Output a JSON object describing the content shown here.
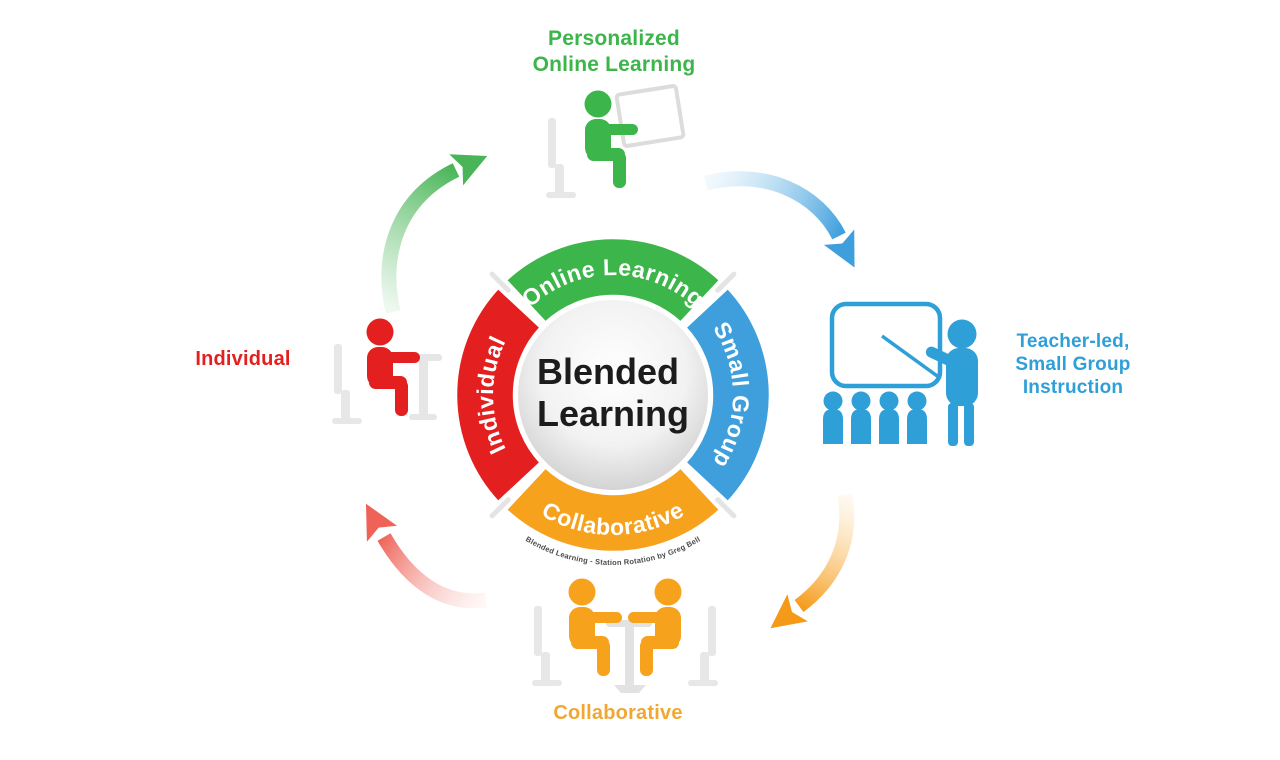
{
  "diagram": {
    "center": {
      "line1": "Blended",
      "line2": "Learning"
    },
    "caption": "Blended Learning - Station Rotation by Greg Bell",
    "segments": [
      {
        "label": "Online Learning",
        "color": "#3cb54a"
      },
      {
        "label": "Small Group",
        "color": "#3e9fdc"
      },
      {
        "label": "Collaborative",
        "color": "#f6a21d"
      },
      {
        "label": "Individual",
        "color": "#e3201f"
      }
    ],
    "labels": {
      "top": {
        "text": "Personalized\nOnline Learning",
        "color": "#3cb54a"
      },
      "right": {
        "text": "Teacher-led,\nSmall Group\nInstruction",
        "color": "#2f9fd8"
      },
      "bottom": {
        "text": "Collaborative",
        "color": "#f0a832"
      },
      "left": {
        "text": "Individual",
        "color": "#e3201f"
      }
    },
    "icons": {
      "top": "person-at-computer-icon",
      "right": "teacher-whiteboard-class-icon",
      "bottom": "two-people-at-table-icon",
      "left": "person-at-desk-icon"
    },
    "arrow_colors": {
      "top_left": "#49b558",
      "top_right": "#3e9fdc",
      "bottom_right": "#f59a18",
      "bottom_left": "#ee6257"
    }
  }
}
